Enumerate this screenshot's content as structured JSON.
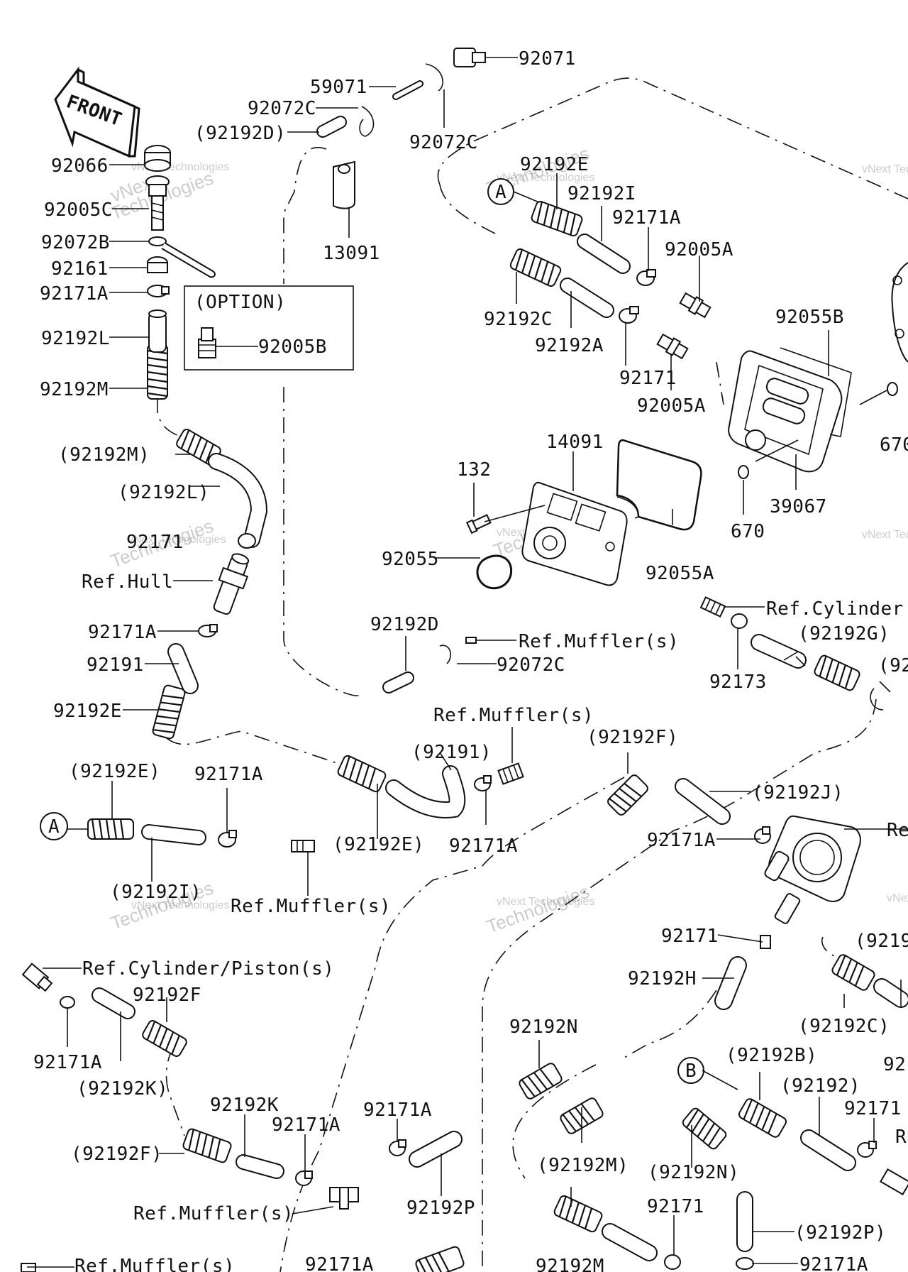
{
  "front_sign": "FRONT",
  "option_box_title": "(OPTION)",
  "labels": {
    "p92071": "92071",
    "p59071": "59071",
    "p92072C_a": "92072C",
    "p92072C_b": "92072C",
    "p92192D_a": "(92192D)",
    "p92066": "92066",
    "p92005C": "92005C",
    "p92072B": "92072B",
    "p92161": "92161",
    "p92171A_a": "92171A",
    "p92192L": "92192L",
    "p92192M": "92192M",
    "p13091": "13091",
    "p92005B": "92005B",
    "p92192E_a": "92192E",
    "p92192I": "92192I",
    "p92171A_b": "92171A",
    "p92005A_a": "92005A",
    "p92192C_a": "92192C",
    "p92192A": "92192A",
    "p92171_a": "92171",
    "p92005A_b": "92005A",
    "p92055B": "92055B",
    "p670_a": "670",
    "p670_b": "670",
    "p39067": "39067",
    "p14091": "14091",
    "p132": "132",
    "p92055": "92055",
    "p92055A": "92055A",
    "p92192M_b": "(92192M)",
    "p92192L_b": "(92192L)",
    "p92171_c": "92171",
    "refhull": "Ref.Hull",
    "p92171A_c": "92171A",
    "p92191": "92191",
    "p92192E_b": "92192E",
    "p92192D_b": "92192D",
    "refmuffler_a": "Ref.Muffler(s)",
    "p92072C_c": "92072C",
    "refcyl_a": "Ref.Cylinder",
    "p92192G": "(92192G)",
    "p92173": "92173",
    "p92192_cut": "(92",
    "refmuffler_b": "Ref.Muffler(s)",
    "p92191_b": "(92191)",
    "p92192F_a": "(92192F)",
    "p92192E_c": "(92192E)",
    "p92171A_d": "92171A",
    "p92192E_d": "(92192E)",
    "p92171A_e": "92171A",
    "p92192J": "(92192J)",
    "p92171A_f": "92171A",
    "ref_cut_a": "Re",
    "p92192I_b": "(92192I)",
    "refmuffler_c": "Ref.Muffler(s)",
    "refcyl_b": "Ref.Cylinder/Piston(s)",
    "p92192F_b": "92192F",
    "p92171A_g": "92171A",
    "p92192K_a": "(92192K)",
    "p92192K_b": "92192K",
    "p92192F_c": "(92192F)",
    "p92171A_h": "92171A",
    "p92171A_i": "92171A",
    "p92192P_a": "92192P",
    "refmuffler_d": "Ref.Muffler(s)",
    "p92192N_a": "92192N",
    "p92192M_c": "(92192M)",
    "p92192N_b": "(92192N)",
    "p92171_d": "92171",
    "p92192H": "92192H",
    "p92192C_b": "(92192C)",
    "p9219_cut": "(9219",
    "p92192B": "(92192B)",
    "p92192_b": "(92192)",
    "p92171_e": "92171",
    "p92_cut": "92",
    "r_cut": "R",
    "p92192P_b": "(92192P)",
    "p92171_f": "92171",
    "p92171A_j": "92171A",
    "p92171A_k": "92171A",
    "refmuffler_e": "Ref.Muffler(s)",
    "p9219M_cut": "92192M"
  },
  "callouts": {
    "A1": "A",
    "A2": "A",
    "B1": "B"
  },
  "watermark": {
    "line1": "vNext",
    "line2": "Technologies",
    "small": "vNext Technologies"
  }
}
